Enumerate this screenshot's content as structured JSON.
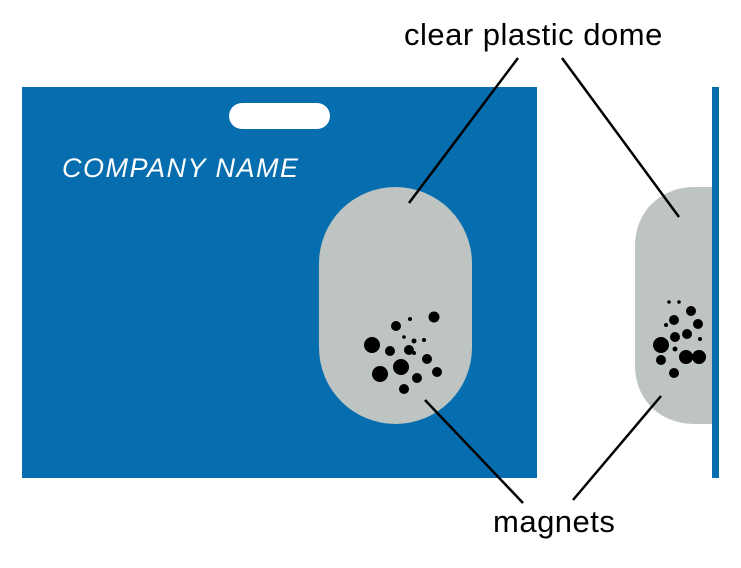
{
  "card": {
    "company_name": "COMPANY NAME",
    "color": "#066eaf"
  },
  "dome": {
    "color": "#bdc4c2"
  },
  "callouts": {
    "dome_label": "clear plastic dome",
    "magnets_label": "magnets"
  }
}
